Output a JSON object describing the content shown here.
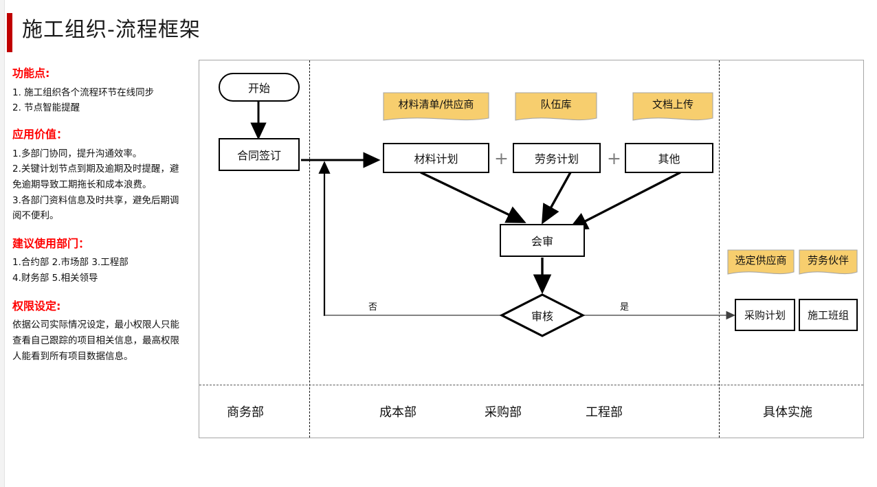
{
  "page": {
    "title": "施工组织-流程框架",
    "accent_color": "#c00000",
    "heading_color": "#ff0000",
    "sticky_color": "#f7ce6e",
    "frame_color": "#a6a6a6"
  },
  "notes": {
    "features": {
      "heading": "功能点:",
      "lines": [
        "1. 施工组织各个流程环节在线同步",
        "2. 节点智能提醒"
      ]
    },
    "value": {
      "heading": "应用价值：",
      "lines": [
        "1.多部门协同，提升沟通效率。",
        "2.关键计划节点到期及逾期及时提醒，避",
        "免逾期导致工期拖长和成本浪费。",
        "3.各部门资料信息及时共享，避免后期调",
        "阅不便利。"
      ]
    },
    "departments": {
      "heading": "建议使用部门：",
      "lines": [
        "1.合约部 2.市场部 3.工程部",
        "4.财务部 5.相关领导"
      ]
    },
    "permissions": {
      "heading": "权限设定:",
      "lines": [
        "依据公司实际情况设定，最小权限人只能",
        "查看自己跟踪的项目相关信息，最高权限",
        "人能看到所有项目数据信息。"
      ]
    }
  },
  "flow": {
    "nodes": {
      "start": "开始",
      "contract": "合同签订",
      "material_plan": "材料计划",
      "labor_plan": "劳务计划",
      "other_plan": "其他",
      "joint_review": "会审",
      "approval": "审核",
      "purchase_plan": "采购计划",
      "work_team": "施工班组"
    },
    "stickies": {
      "material_list": "材料清单/供应商",
      "team_library": "队伍库",
      "doc_upload": "文档上传",
      "select_supplier": "选定供应商",
      "labor_partner": "劳务伙伴"
    },
    "operators": {
      "plus_1": "+",
      "plus_2": "+"
    },
    "edge_labels": {
      "no": "否",
      "yes": "是"
    },
    "lanes": [
      "商务部",
      "成本部",
      "采购部",
      "工程部",
      "具体实施"
    ]
  }
}
